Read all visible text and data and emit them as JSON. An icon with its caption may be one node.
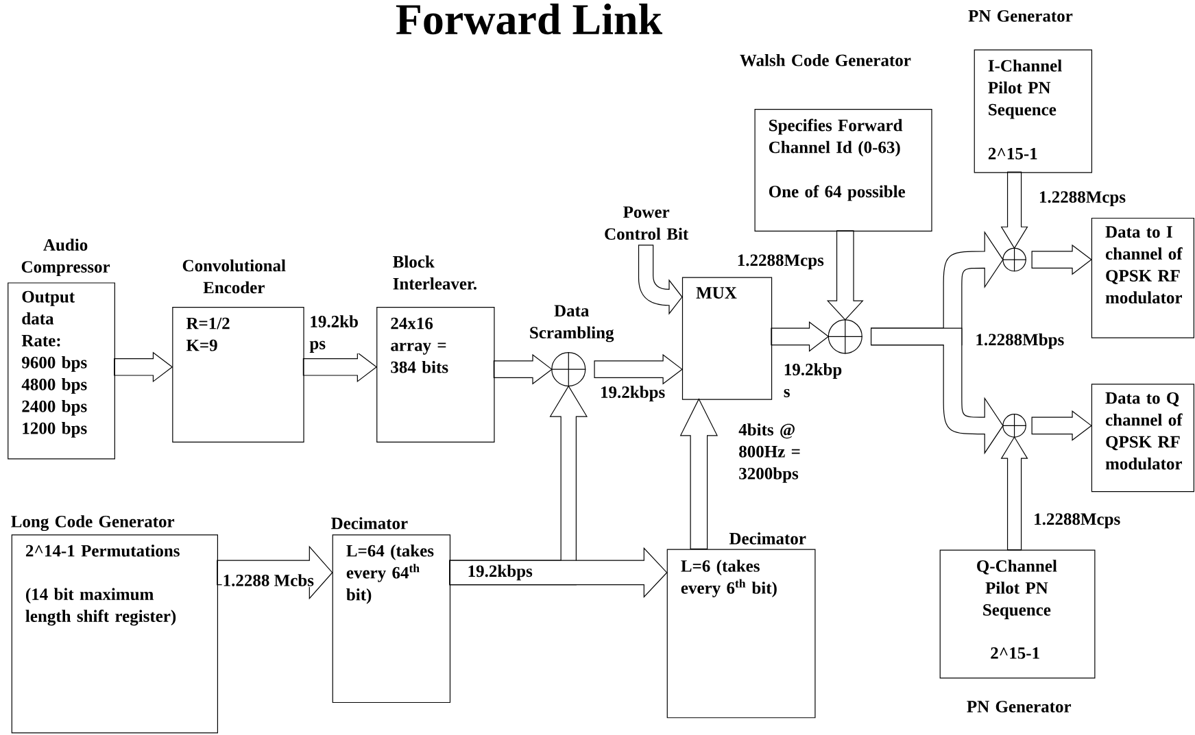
{
  "diagram": {
    "title": "Forward Link",
    "nodes": [
      {
        "text": [
          "Audio Compressor",
          "Output data Rate: 9600 bps 4800 bps 2400 bps 1200 bps"
        ]
      },
      {
        "text": [
          "Convolutional Encoder",
          "R=1/2 K=9"
        ]
      },
      {
        "text": [
          "Block Interleaver.",
          "24x16 array = 384 bits"
        ]
      },
      {
        "text": [
          "Data Scrambling"
        ]
      },
      {
        "text": [
          "MUX"
        ]
      },
      {
        "text": [
          "Power Control Bit"
        ]
      },
      {
        "text": [
          "Walsh Code Generator",
          "Specifies Forward Channel Id (0-63)",
          "One of 64 possible"
        ]
      },
      {
        "text": [],
        "shape": "circle"
      },
      {
        "text": [
          "PN Generator",
          "I-Channel Pilot PN Sequence",
          "2^15-1"
        ]
      },
      {
        "text": [],
        "shape": "circle"
      },
      {
        "text": [],
        "shape": "circle"
      },
      {
        "text": [
          "Data to I channel of QPSK RF modulator"
        ]
      },
      {
        "text": [
          "Data to Q channel of QPSK RF modulator"
        ]
      },
      {
        "text": [
          "Q-Channel Pilot PN Sequence",
          "2^15-1",
          "PN Generator"
        ]
      },
      {
        "text": [
          "Long Code Generator",
          "2^14-1 Permutations",
          "(14 bit maximum length shift register)"
        ]
      },
      {
        "text": [
          "Decimator",
          "L=64 (takes every 64$^{th}$ bit)"
        ]
      },
      {
        "text": [
          "Decimator",
          "L=6 (takes every 6$^{th}$ bit)"
        ]
      }
    ],
    "edges": [
      {
        "from": 0,
        "to": 1,
        "arrow": "to"
      },
      {
        "from": 1,
        "to": 2,
        "arrow": "to",
        "label": "19.2kb ps"
      },
      {
        "from": 2,
        "to": 3,
        "arrow": "to"
      },
      {
        "from": 3,
        "to": 4,
        "arrow": "to",
        "label": "19.2kbps"
      },
      {
        "from": 5,
        "to": 4,
        "arrow": "to"
      },
      {
        "from": 4,
        "to": 7,
        "arrow": "to",
        "label": "19.2kbp s"
      },
      {
        "from": 6,
        "to": 7,
        "arrow": "to",
        "label": "1.2288Mcps"
      },
      {
        "from": 7,
        "to": 9,
        "arrow": "to"
      },
      {
        "from": 7,
        "to": 10,
        "arrow": "to"
      },
      {
        "from": 8,
        "to": 9,
        "arrow": "to",
        "label": "1.2288Mcps"
      },
      {
        "from": 13,
        "to": 10,
        "arrow": "to",
        "label": "1.2288Mcps"
      },
      {
        "from": 9,
        "to": 11,
        "arrow": "to"
      },
      {
        "from": 10,
        "to": 12,
        "arrow": "to"
      },
      {
        "from": 14,
        "to": 15,
        "arrow": "to",
        "label": "1.2288 Mcbs"
      },
      {
        "from": 15,
        "to": 3,
        "arrow": "to"
      },
      {
        "from": 15,
        "to": 16,
        "arrow": "to",
        "label": "19.2kbps"
      },
      {
        "from": 16,
        "to": 4,
        "arrow": "to",
        "label": "4bits @ 800Hz = 3200bps"
      }
    ],
    "labels": [
      "1.2288Mbps"
    ]
  }
}
